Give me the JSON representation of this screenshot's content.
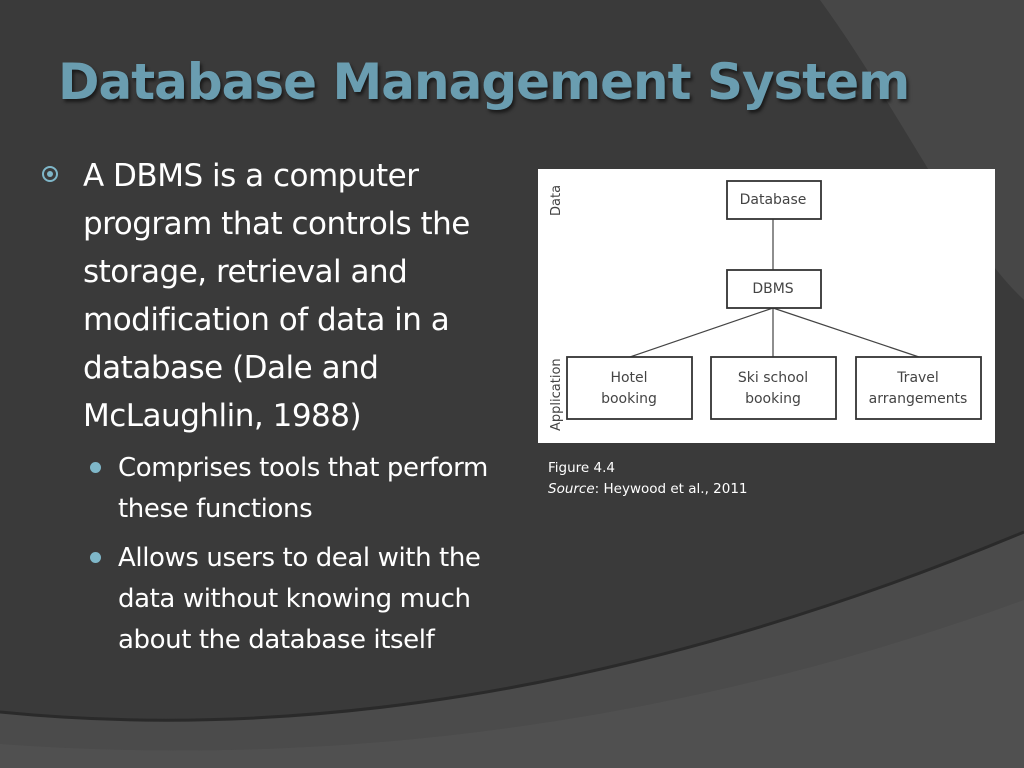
{
  "slide": {
    "title": "Database Management System",
    "main_bullet": "A DBMS is a computer program that controls the storage, retrieval and modification of data in a database (Dale and McLaughlin, 1988)",
    "sub_bullets": [
      "Comprises tools that perform these functions",
      "Allows users to deal with the data without knowing much about the database itself"
    ]
  },
  "figure": {
    "axis_labels": {
      "top": "Data",
      "bottom": "Application"
    },
    "nodes": {
      "database": "Database",
      "dbms": "DBMS",
      "hotel_line1": "Hotel",
      "hotel_line2": "booking",
      "ski_line1": "Ski school",
      "ski_line2": "booking",
      "travel_line1": "Travel",
      "travel_line2": "arrangements"
    },
    "caption": {
      "label": "Figure 4.4",
      "source_label": "Source",
      "source_text": ": Heywood et al., 2011"
    }
  },
  "colors": {
    "background": "#3a3a3a",
    "title": "#6a9db0",
    "bullet_accent": "#7fb7c9",
    "text": "#ffffff"
  }
}
